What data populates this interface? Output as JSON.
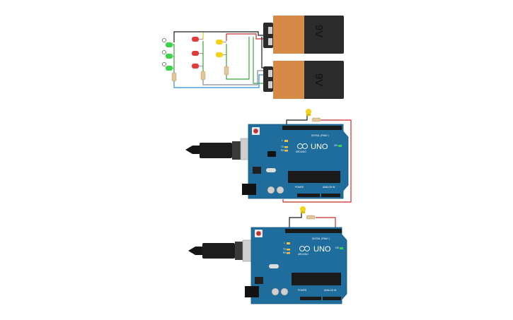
{
  "colors": {
    "background": "#ffffff",
    "board": "#1f6d9c",
    "board_edge": "#14557c",
    "battery_body": "#2b2b2b",
    "battery_wrap": "#d68a48",
    "wire_black": "#1a1a1a",
    "wire_red": "#cc2b2b",
    "wire_green": "#3aa63a",
    "wire_blue": "#2a8fd6",
    "wire_yellow": "#e6c419",
    "wire_gray": "#8a8a8a",
    "led_green": "#3bd34a",
    "led_red": "#e23b3b",
    "led_yellow": "#f5d21a"
  },
  "batteries": [
    {
      "label": "9V"
    },
    {
      "label": "9V"
    }
  ],
  "arduinos": [
    {
      "model": "UNO",
      "brand": "ARDUINO",
      "digital_label": "DIGITAL (PWM~)",
      "power_label": "POWER",
      "analog_label": "ANALOG IN",
      "on_label": "ON",
      "tx_label": "TX",
      "rx_label": "RX",
      "led_label": "L"
    },
    {
      "model": "UNO",
      "brand": "ARDUINO",
      "digital_label": "DIGITAL (PWM~)",
      "power_label": "POWER",
      "analog_label": "ANALOG IN",
      "on_label": "ON",
      "tx_label": "TX",
      "rx_label": "RX",
      "led_label": "L"
    }
  ]
}
